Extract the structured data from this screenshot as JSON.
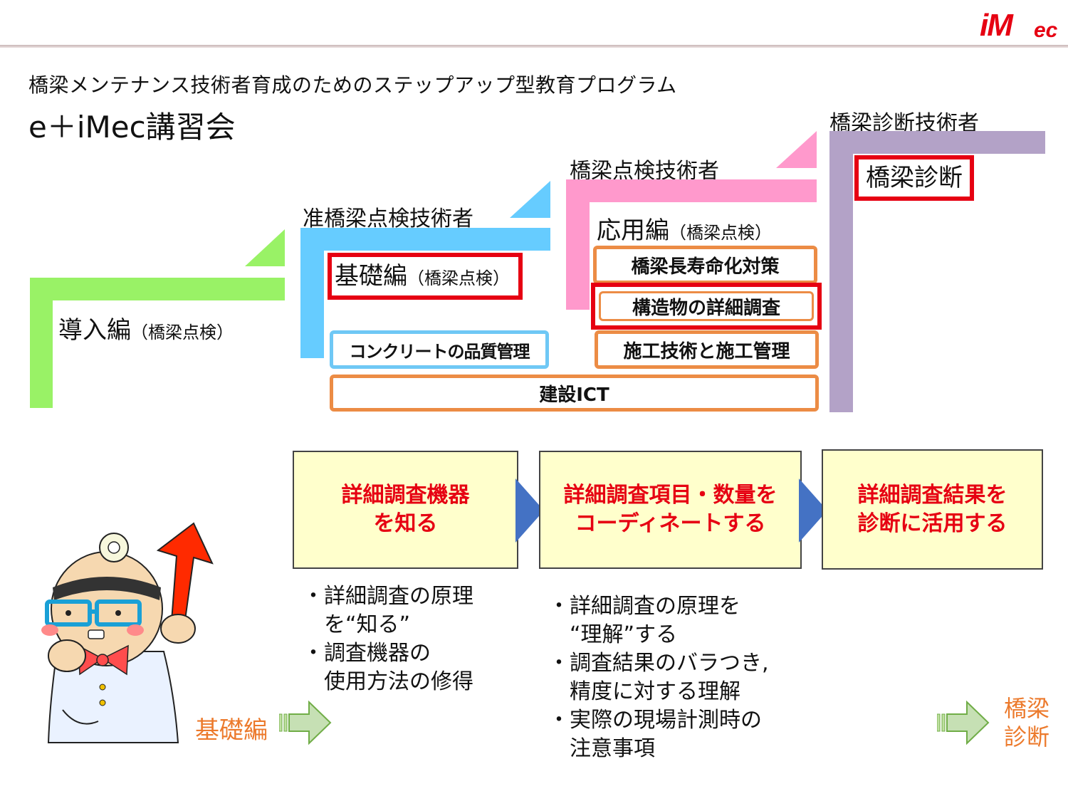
{
  "header": {
    "subtitle": "橋梁メンテナンス技術者育成のためのステップアップ型教育プログラム",
    "title": "e＋iMec講習会"
  },
  "logo": {
    "alt": "iMec"
  },
  "colors": {
    "green": "#99f266",
    "blue": "#66ccff",
    "pink": "#ff99cc",
    "purple": "#b3a2c7",
    "red": "#e60012",
    "orange": "#ec8c45",
    "box_fill": "#ffffcc",
    "chevron": "#4472c4"
  },
  "levels": {
    "assoc": "准橋梁点検技術者",
    "inspector": "橋梁点検技術者",
    "diagnostician": "橋梁診断技術者"
  },
  "stages": {
    "intro": {
      "name": "導入編",
      "note": "（橋梁点検）"
    },
    "basic": {
      "name": "基礎編",
      "note": "（橋梁点検）"
    },
    "applied": {
      "name": "応用編",
      "note": "（橋梁点検）"
    },
    "diagnosis": {
      "name": "橋梁診断"
    }
  },
  "modules": {
    "concrete": "コンクリートの品質管理",
    "longevity": "橋梁長寿命化対策",
    "detailed": "構造物の詳細調査",
    "construction": "施工技術と施工管理",
    "ict": "建設ICT"
  },
  "flow": [
    {
      "lines": [
        "詳細調査機器",
        "を知る"
      ]
    },
    {
      "lines": [
        "詳細調査項目・数量を",
        "コーディネートする"
      ]
    },
    {
      "lines": [
        "詳細調査結果を",
        "診断に活用する"
      ]
    }
  ],
  "notes_left": [
    "・詳細調査の原理",
    "　を“知る”",
    "・調査機器の",
    "　使用方法の修得"
  ],
  "notes_mid": [
    "・詳細調査の原理を",
    "　“理解”する",
    "・調査結果のバラつき,",
    "　精度に対する理解",
    "・実際の現場計測時の",
    "　注意事項"
  ],
  "bottom": {
    "from_label": "基礎編",
    "to_label": [
      "橋梁",
      "診断"
    ]
  }
}
